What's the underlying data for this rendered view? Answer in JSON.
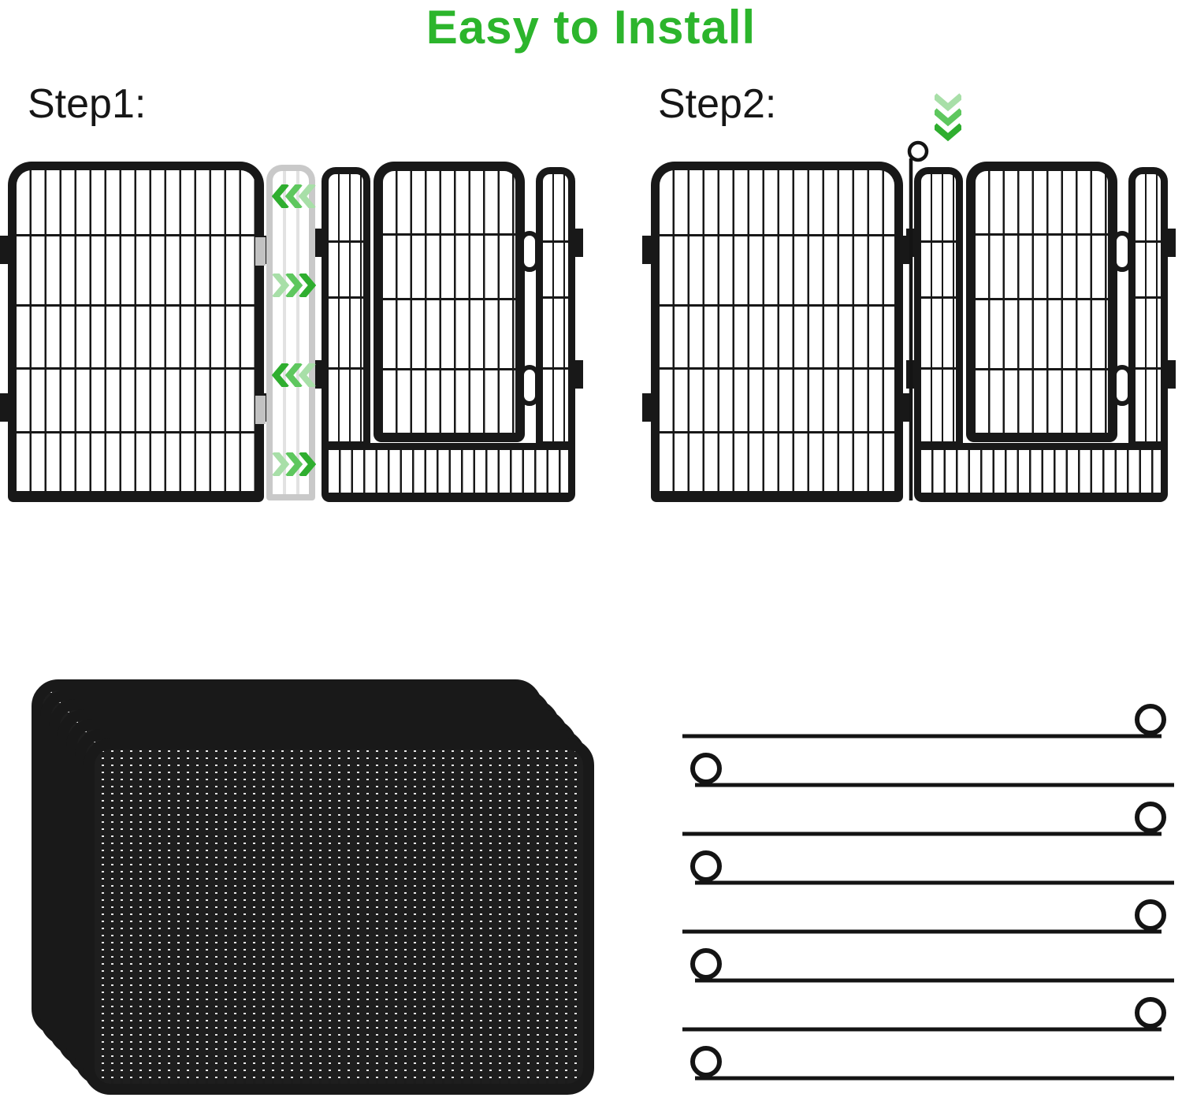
{
  "title": {
    "text": "Easy to Install"
  },
  "steps": [
    {
      "label": "Step1:",
      "arrows": {
        "directions": [
          "left",
          "right",
          "left",
          "right"
        ]
      }
    },
    {
      "label": "Step2:",
      "arrows": {
        "directions": [
          "down"
        ]
      }
    }
  ],
  "colors": {
    "accent_green": "#2cb52c",
    "arrow_dark": "#2fae2f",
    "arrow_mid": "#5ec75e",
    "arrow_light": "#a8dfa8",
    "ink": "#181818",
    "ghost": "#c9c9c9",
    "pin_metal": "#141414"
  },
  "hardware": {
    "stack": {
      "panel_count": 7
    },
    "pins": {
      "count": 8,
      "loop_sides": [
        "right",
        "left",
        "right",
        "left",
        "right",
        "left",
        "right",
        "left"
      ]
    }
  }
}
